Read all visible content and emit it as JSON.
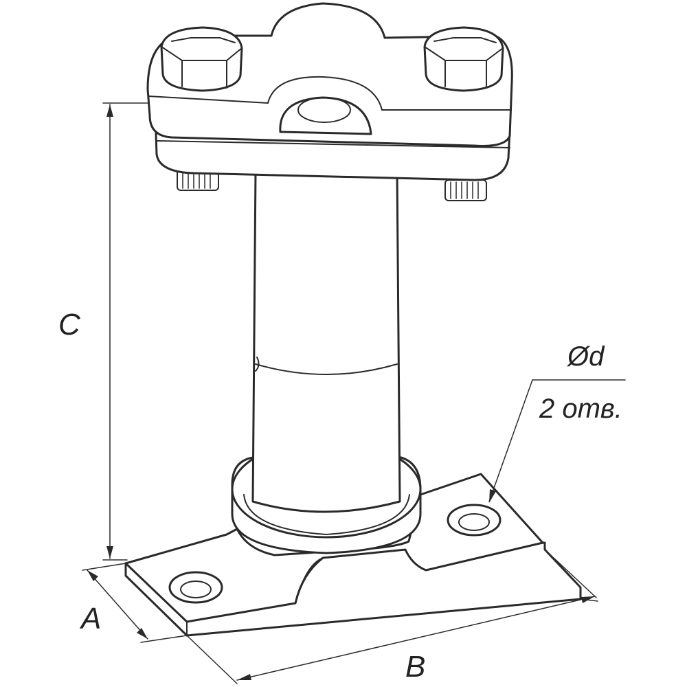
{
  "dimensions": {
    "height_label": "C",
    "depth_label": "A",
    "width_label": "B",
    "hole_diameter_label": "Ød",
    "hole_count_label": "2 отв."
  },
  "colors": {
    "line": "#2a2a2a",
    "background": "#ffffff"
  }
}
